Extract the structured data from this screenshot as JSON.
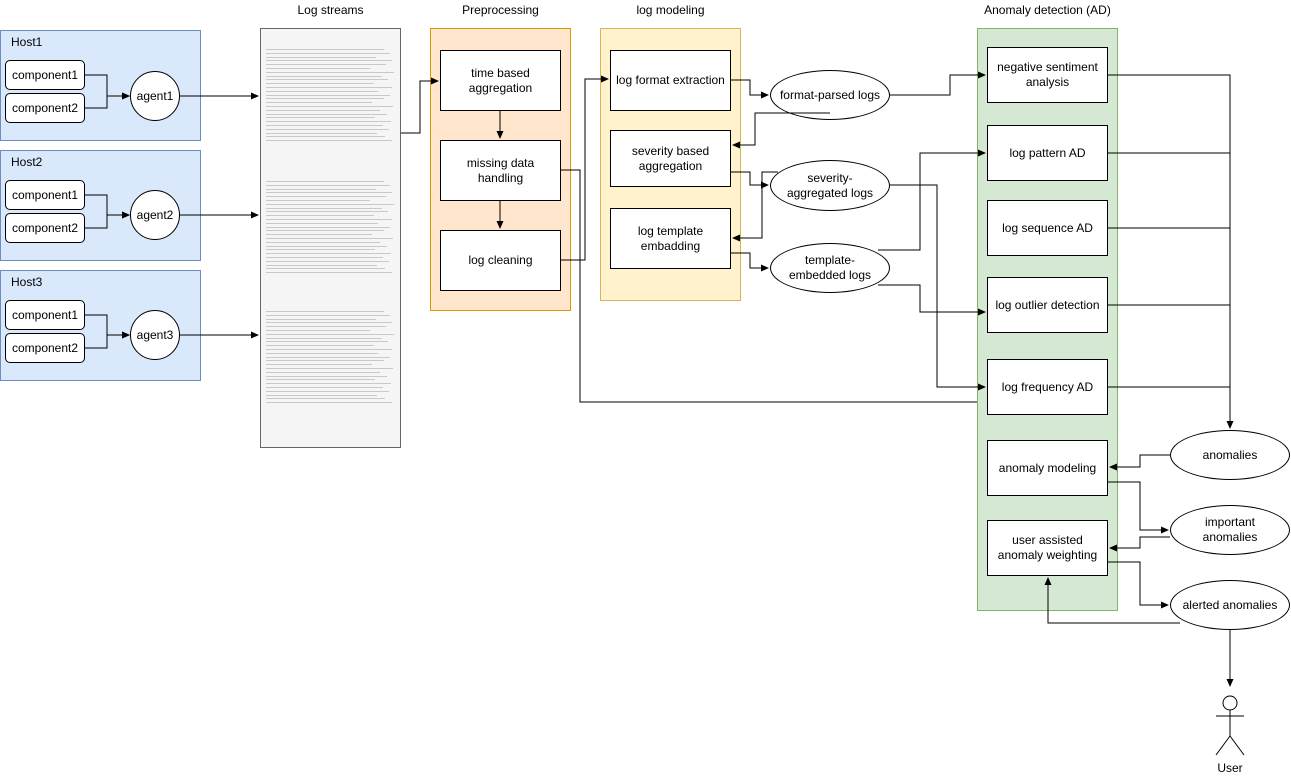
{
  "hosts": [
    {
      "label": "Host1",
      "components": [
        "component1",
        "component2"
      ],
      "agent": "agent1"
    },
    {
      "label": "Host2",
      "components": [
        "component1",
        "component2"
      ],
      "agent": "agent2"
    },
    {
      "label": "Host3",
      "components": [
        "component1",
        "component2"
      ],
      "agent": "agent3"
    }
  ],
  "sections": {
    "log_streams": "Log streams",
    "preprocessing": "Preprocessing",
    "log_modeling": "log modeling",
    "anomaly_detection": "Anomaly detection (AD)"
  },
  "preprocessing": {
    "time_based": "time based aggregation",
    "missing_data": "missing data handling",
    "cleaning": "log cleaning"
  },
  "modeling": {
    "format_extraction": "log format extraction",
    "severity_aggregation": "severity based aggregation",
    "template_embedding": "log template embadding"
  },
  "intermediate": {
    "format_parsed": "format-parsed logs",
    "severity_aggregated": "severity-aggregated logs",
    "template_embedded": "template-embedded logs"
  },
  "ad": {
    "negative_sentiment": "negative sentiment analysis",
    "pattern": "log pattern AD",
    "sequence": "log sequence AD",
    "outlier": "log outlier detection",
    "frequency": "log frequency AD",
    "anomaly_modeling": "anomaly modeling",
    "user_weighting": "user assisted anomaly weighting"
  },
  "outputs": {
    "anomalies": "anomalies",
    "important": "important anomalies",
    "alerted": "alerted anomalies"
  },
  "user_label": "User",
  "colors": {
    "host_fill": "#dae8fc",
    "host_stroke": "#6c8ebf",
    "stream_fill": "#f5f5f5",
    "stream_stroke": "#666666",
    "prep_fill": "#ffe6cc",
    "prep_stroke": "#d79b00",
    "model_fill": "#fff2cc",
    "model_stroke": "#d6b656",
    "ad_fill": "#d5e8d4",
    "ad_stroke": "#82b366"
  }
}
